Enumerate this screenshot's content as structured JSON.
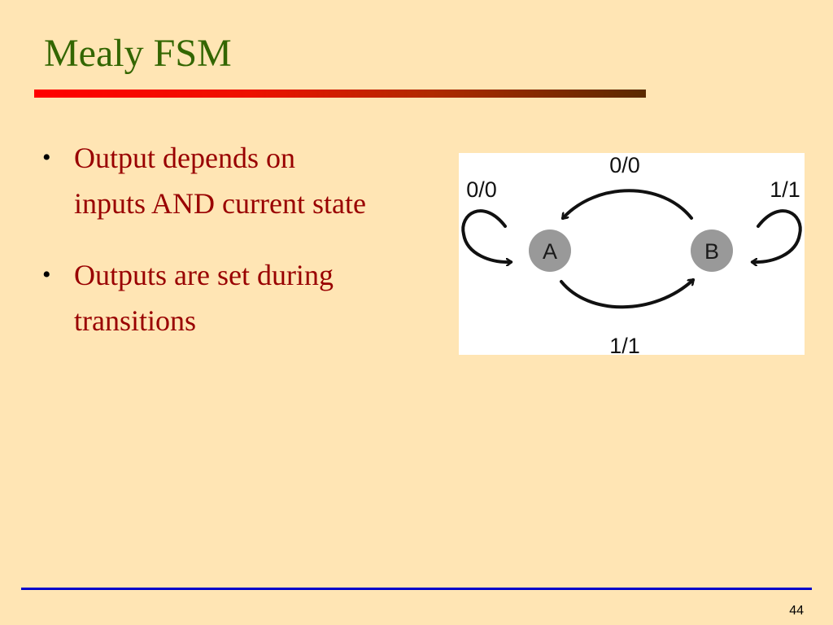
{
  "slide": {
    "title": "Mealy FSM",
    "bullets": [
      {
        "lines": [
          "Output depends on",
          "inputs AND current state"
        ]
      },
      {
        "lines": [
          "Outputs are set during",
          "transitions"
        ]
      }
    ],
    "page_number": "44"
  },
  "diagram": {
    "states": [
      {
        "id": "A",
        "label": "A"
      },
      {
        "id": "B",
        "label": "B"
      }
    ],
    "transitions": [
      {
        "from": "A",
        "to": "A",
        "label": "0/0"
      },
      {
        "from": "B",
        "to": "A",
        "label": "0/0"
      },
      {
        "from": "B",
        "to": "B",
        "label": "1/1"
      },
      {
        "from": "A",
        "to": "B",
        "label": "1/1"
      }
    ]
  },
  "colors": {
    "background": "#FFE5B4",
    "title": "#336600",
    "bullet_text": "#990000",
    "state_fill": "#999999",
    "footer_rule": "#0000CC"
  }
}
